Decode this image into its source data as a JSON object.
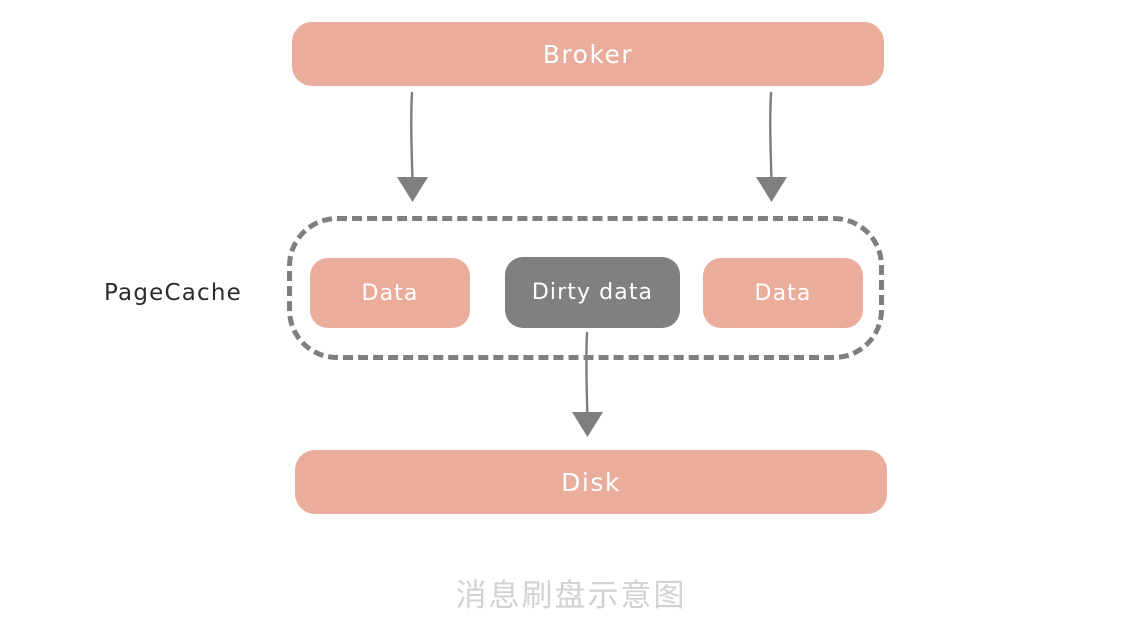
{
  "diagram": {
    "caption": "消息刷盘示意图",
    "colors": {
      "accent": "#eaac9b",
      "dirty": "#808080",
      "dashed_border": "#7f7f7f",
      "arrow": "#7f7f7f",
      "label_on_fill": "#ffffff",
      "caption": "#d2d2d2",
      "background": "#ffffff"
    },
    "nodes": {
      "broker": {
        "label": "Broker"
      },
      "disk": {
        "label": "Disk"
      },
      "pagecache": {
        "label": "PageCache"
      }
    },
    "cache_cells": [
      {
        "label": "Data",
        "kind": "clean"
      },
      {
        "label": "Dirty data",
        "kind": "dirty"
      },
      {
        "label": "Data",
        "kind": "clean"
      }
    ],
    "arrows": [
      {
        "name": "broker-to-pagecache-left",
        "from": "broker",
        "to": "pagecache"
      },
      {
        "name": "broker-to-pagecache-right",
        "from": "broker",
        "to": "pagecache"
      },
      {
        "name": "dirty-data-to-disk",
        "from": "dirty data",
        "to": "disk"
      }
    ]
  }
}
